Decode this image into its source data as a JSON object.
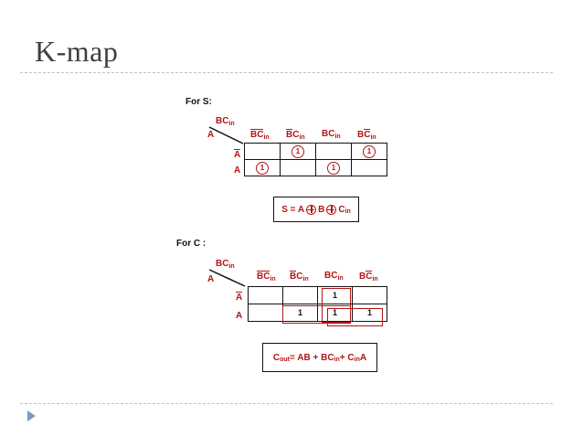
{
  "slide": {
    "title": "K-map"
  },
  "kmap_s": {
    "heading": "For S:",
    "corner_col_label": "BC",
    "corner_col_sub": "in",
    "corner_row_label": "A",
    "columns": [
      {
        "b": "B",
        "c": "C",
        "sub": "in",
        "b_bar": true,
        "c_bar": true
      },
      {
        "b": "B",
        "c": "C",
        "sub": "in",
        "b_bar": true,
        "c_bar": false
      },
      {
        "b": "B",
        "c": "C",
        "sub": "in",
        "b_bar": false,
        "c_bar": false
      },
      {
        "b": "B",
        "c": "C",
        "sub": "in",
        "b_bar": false,
        "c_bar": true
      }
    ],
    "rows": [
      {
        "label": "A",
        "bar": true,
        "cells": [
          "",
          "1",
          "",
          "1"
        ]
      },
      {
        "label": "A",
        "bar": false,
        "cells": [
          "1",
          "",
          "1",
          ""
        ]
      }
    ],
    "formula": {
      "lhs": "S = A",
      "b": "B",
      "c": "C",
      "sub": "in"
    }
  },
  "kmap_c": {
    "heading": "For C :",
    "corner_col_label": "BC",
    "corner_col_sub": "in",
    "corner_row_label": "A",
    "columns": [
      {
        "b": "B",
        "c": "C",
        "sub": "in",
        "b_bar": true,
        "c_bar": true
      },
      {
        "b": "B",
        "c": "C",
        "sub": "in",
        "b_bar": true,
        "c_bar": false
      },
      {
        "b": "B",
        "c": "C",
        "sub": "in",
        "b_bar": false,
        "c_bar": false
      },
      {
        "b": "B",
        "c": "C",
        "sub": "in",
        "b_bar": false,
        "c_bar": true
      }
    ],
    "rows": [
      {
        "label": "A",
        "bar": true,
        "cells": [
          "",
          "",
          "1",
          ""
        ]
      },
      {
        "label": "A",
        "bar": false,
        "cells": [
          "",
          "1",
          "1",
          "1"
        ]
      }
    ],
    "formula": {
      "c": "C",
      "c_sub": "out",
      "eq": " = AB + BC",
      "in_sub1": "in",
      "plus": " + C",
      "in_sub2": "in",
      "tail": "A"
    }
  }
}
